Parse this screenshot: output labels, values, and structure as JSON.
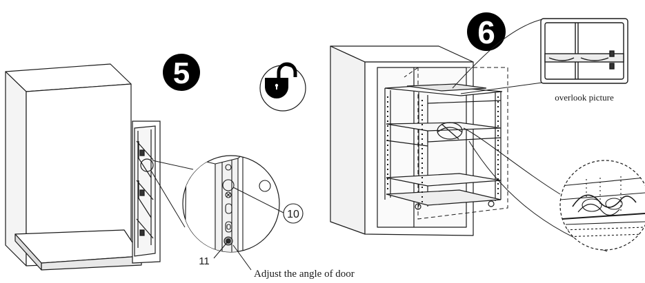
{
  "steps": {
    "step5_number": "5",
    "step6_number": "6"
  },
  "callouts": {
    "part_10": "10",
    "part_11": "11"
  },
  "captions": {
    "adjust_door": "Adjust the angle of door",
    "overlook": "overlook picture"
  },
  "icons": {
    "unlock": "unlock-padlock-icon"
  },
  "colors": {
    "line": "#1a1a1a",
    "badge": "#000000",
    "badge_text": "#ffffff",
    "shade": "#d9d9d9",
    "light_shade": "#ececec"
  }
}
